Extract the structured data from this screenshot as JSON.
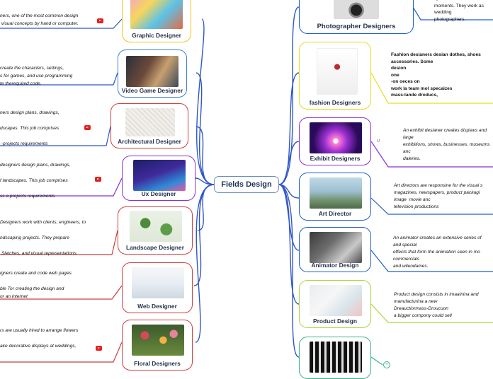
{
  "center": {
    "label": "Fields Design"
  },
  "left_nodes": [
    {
      "label": "Graphic Designer",
      "desc": "ners, one of the most common design\n visual concepts by hand or computer."
    },
    {
      "label": "Video Game Designer",
      "desc": "create the characters, settings,\ns for games, and use programming\nte therequired code."
    },
    {
      "label": "Architectural Designer",
      "desc": "ners design plans, drawings,\n\ndscapes. This job comprises\n\n -projects requirements"
    },
    {
      "label": "Ux Designer",
      "desc": "designers design plans, drawings,\n\nf landscapes. This job comprises\n\nss a projects requirements"
    },
    {
      "label": "Landscape Designer",
      "desc": "Designers work with clients, engineers, to\n\nndscaping projects. They prepare\n\n Sletches, and visual representations."
    },
    {
      "label": "Web Designer",
      "desc": "igners create and code web pages.\n\nble Tor creating the design and\nor an internet"
    },
    {
      "label": "Floral Designers",
      "desc": "rs are usually hired to arrange flowers\n\nake decorative displays at weddings,"
    }
  ],
  "right_nodes": [
    {
      "label": "Photographer Designers",
      "desc": "special\nmoments. They work as\nwedding\nphotographers."
    },
    {
      "label": "fashion Designers",
      "desc": "Fashion desianers desian dothes, shoes\naccessories. Some\ndesion\none\n-on oeces on\nwork la team mol specaizes\nmass-lande droducs,"
    },
    {
      "label": "Exhibit Designers",
      "desc": "An exhibit desianer creates displavs and\nlarge\nexhibitions, shows, businesses, museums\nanc\ndaleries."
    },
    {
      "label": "Art Director",
      "desc": "Art directors are responsine for the visual s\nmagazines, newspapers, product packagi\nimage  movie anc\ntelevision productions"
    },
    {
      "label": "Animator Design",
      "desc": "An animator creates an extensive series of\nand special\neffects that form the animation seen in mo\ncommercials\nand wileodames."
    },
    {
      "label": "Product Design",
      "desc": "Product design consists in imaainina and\nmanufacturina a new\nDreauctiormass-Droucuon\na bigger compony could sell"
    },
    {
      "label": "",
      "desc": ""
    }
  ],
  "toggles": {
    "collapse": "υ",
    "expand": "+"
  },
  "colors": {
    "graphic": "#f2c318",
    "videogame": "#3b7fd9",
    "architectural": "#cf3f3f",
    "ux": "#8a2fd6",
    "landscape": "#cf3f3f",
    "web": "#cf3f3f",
    "floral": "#cf3f3f",
    "photographer": "#1e5fcf",
    "fashion": "#e8dc1c",
    "exhibit": "#8a2fd6",
    "artdirector": "#1e5fcf",
    "animator": "#1e5fcf",
    "product": "#a7d83a",
    "last": "#38b48a"
  }
}
